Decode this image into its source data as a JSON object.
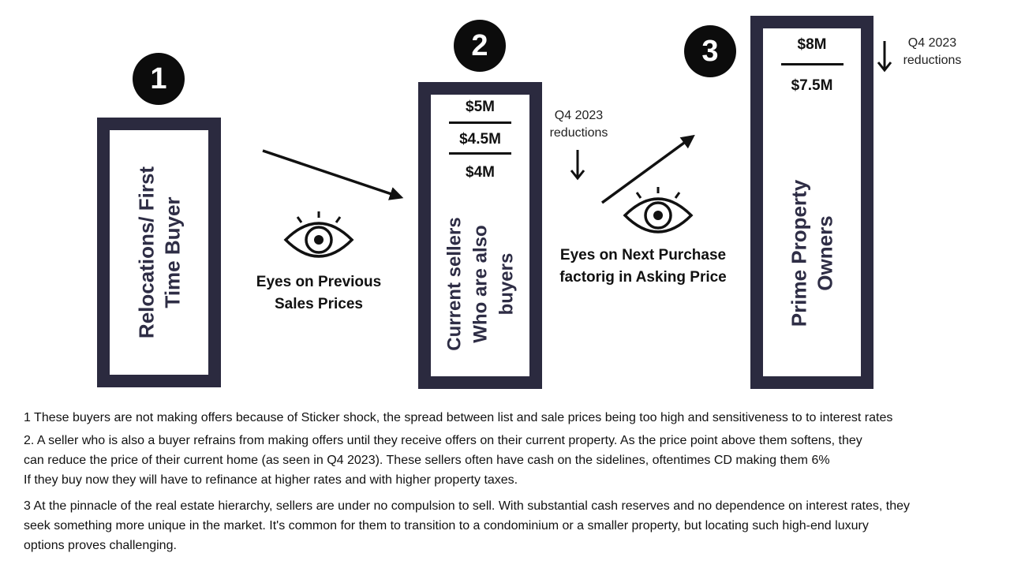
{
  "steps": [
    {
      "number": "1",
      "label_lines": [
        "Relocations/ First",
        "Time Buyer"
      ]
    },
    {
      "number": "2",
      "label_lines": [
        "Current sellers",
        "Who are also",
        "buyers"
      ],
      "prices": [
        "$5M",
        "$4.5M",
        "$4M"
      ]
    },
    {
      "number": "3",
      "label_lines": [
        "Prime Property",
        "Owners"
      ],
      "prices": [
        "$8M",
        "$7.5M"
      ]
    }
  ],
  "captions": {
    "eyes_previous": [
      "Eyes on Previous",
      "Sales Prices"
    ],
    "eyes_next": [
      "Eyes on Next Purchase",
      "factorig in Asking Price"
    ]
  },
  "reductions_note": [
    "Q4 2023",
    "reductions"
  ],
  "icons": {
    "eye": "eye-icon",
    "arrow_down": "arrow-down-icon",
    "arrow": "arrow-icon"
  },
  "colors": {
    "column_border": "#2b2a3f",
    "badge": "#0c0c0c",
    "label_text": "#2e2d45"
  },
  "notes": [
    [
      "1 These buyers are not making offers because of Sticker shock, the spread between list and sale prices being too high and sensitiveness to to interest rates"
    ],
    [
      "2. A seller who is also a buyer refrains from making offers until they receive offers on their current property.  As the price point above them softens, they",
      "can reduce the price of their current home (as seen in Q4 2023). These sellers often have cash on the sidelines, oftentimes CD making them 6%",
      "If they buy now they will have to refinance at higher rates and with higher property taxes."
    ],
    [
      "3 At the pinnacle of the real estate hierarchy, sellers are under no compulsion to sell. With substantial cash reserves and no dependence on interest rates, they",
      "seek something more unique in the market. It's common for them to transition to a condominium or a smaller property, but locating such high-end luxury",
      "options proves challenging."
    ]
  ]
}
